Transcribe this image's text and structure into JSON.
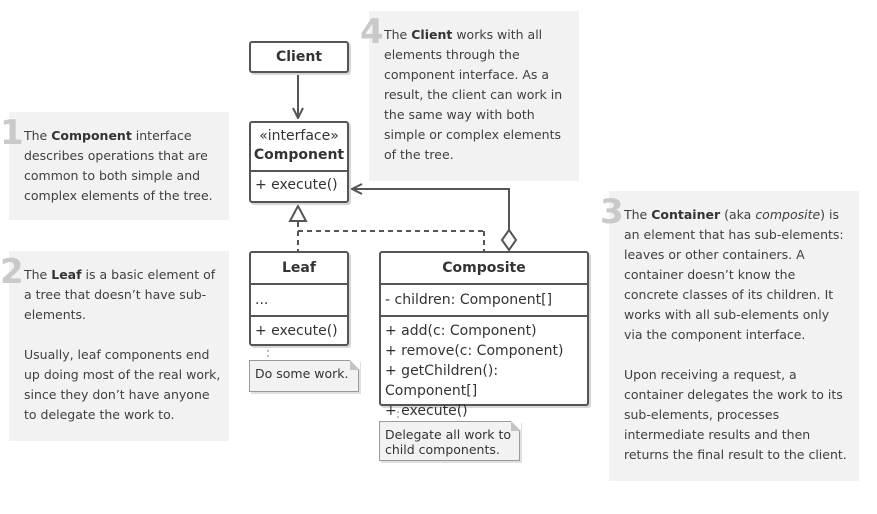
{
  "notes": [
    {
      "num": "1",
      "paragraphs": [
        [
          {
            "t": "The "
          },
          {
            "t": "Component",
            "b": true
          },
          {
            "t": " interface describes operations that are common to both simple and complex elements of the tree."
          }
        ]
      ]
    },
    {
      "num": "2",
      "paragraphs": [
        [
          {
            "t": "The "
          },
          {
            "t": "Leaf",
            "b": true
          },
          {
            "t": " is a basic element of a tree that doesn’t have sub-elements."
          }
        ],
        [
          {
            "t": "Usually, leaf components end up doing most of the real work, since they don’t have anyone to delegate the work to."
          }
        ]
      ]
    },
    {
      "num": "3",
      "paragraphs": [
        [
          {
            "t": "The "
          },
          {
            "t": "Container",
            "b": true
          },
          {
            "t": " (aka "
          },
          {
            "t": "composite",
            "i": true
          },
          {
            "t": ") is an element that has sub-elements: leaves or other containers. A container doesn’t know the concrete classes of its children. It works with all sub-elements only via the component interface."
          }
        ],
        [
          {
            "t": "Upon receiving a request, a container delegates the work to its sub-elements, processes intermediate results and then returns the final result to the client."
          }
        ]
      ]
    },
    {
      "num": "4",
      "paragraphs": [
        [
          {
            "t": "The "
          },
          {
            "t": "Client",
            "b": true
          },
          {
            "t": " works with all elements through the component interface. As a result, the client can work in the same way with both simple or complex elements of the tree."
          }
        ]
      ]
    }
  ],
  "client": {
    "title": "Client"
  },
  "component": {
    "stereotype": "«interface»",
    "title": "Component",
    "method": "+ execute()"
  },
  "leaf": {
    "title": "Leaf",
    "fields": "...",
    "method": "+ execute()"
  },
  "composite": {
    "title": "Composite",
    "field": "- children: Component[]",
    "methods": [
      "+ add(c: Component)",
      "+ remove(c: Component)",
      "+ getChildren(): Component[]",
      "+ execute()"
    ]
  },
  "leaf_note": "Do some work.",
  "composite_note": [
    "Delegate all work to",
    "child components."
  ]
}
